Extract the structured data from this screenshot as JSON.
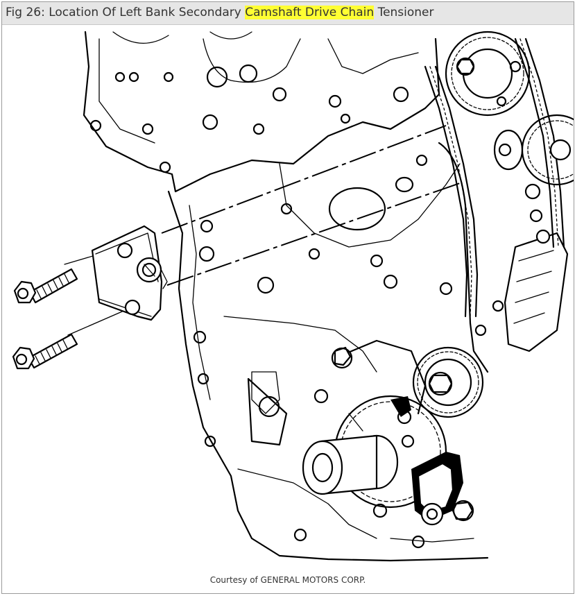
{
  "figure": {
    "title_prefix": "Fig 26: Location Of Left Bank Secondary ",
    "title_highlight": "Camshaft Drive Chain",
    "title_suffix": " Tensioner",
    "highlight_color": "#ffff33",
    "caption": "Courtesy of GENERAL MOTORS CORP."
  }
}
